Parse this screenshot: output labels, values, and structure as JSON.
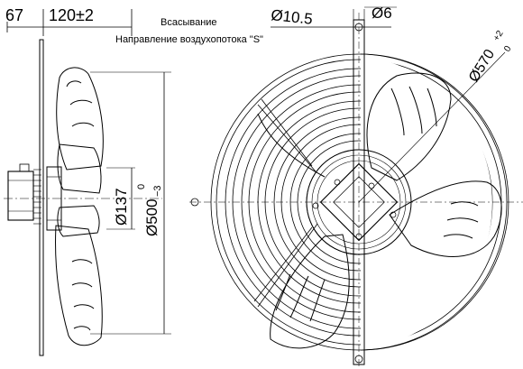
{
  "dimensions": {
    "overall_depth": "67",
    "blade_depth": "120±2",
    "hub_diameter": "Ø137",
    "blade_diameter": "Ø500",
    "blade_tol_upper": "0",
    "blade_tol_lower": "−3",
    "hole_diameter": "Ø10.5",
    "mount_thickness": "Ø6",
    "guard_diameter": "Ø570",
    "guard_tol_upper": "+2",
    "guard_tol_lower": "0"
  },
  "notes": {
    "suction": "Всасывание",
    "airflow_direction": "Направление воздухопотока \"S\""
  },
  "colors": {
    "line": "#000000",
    "background": "#ffffff"
  }
}
